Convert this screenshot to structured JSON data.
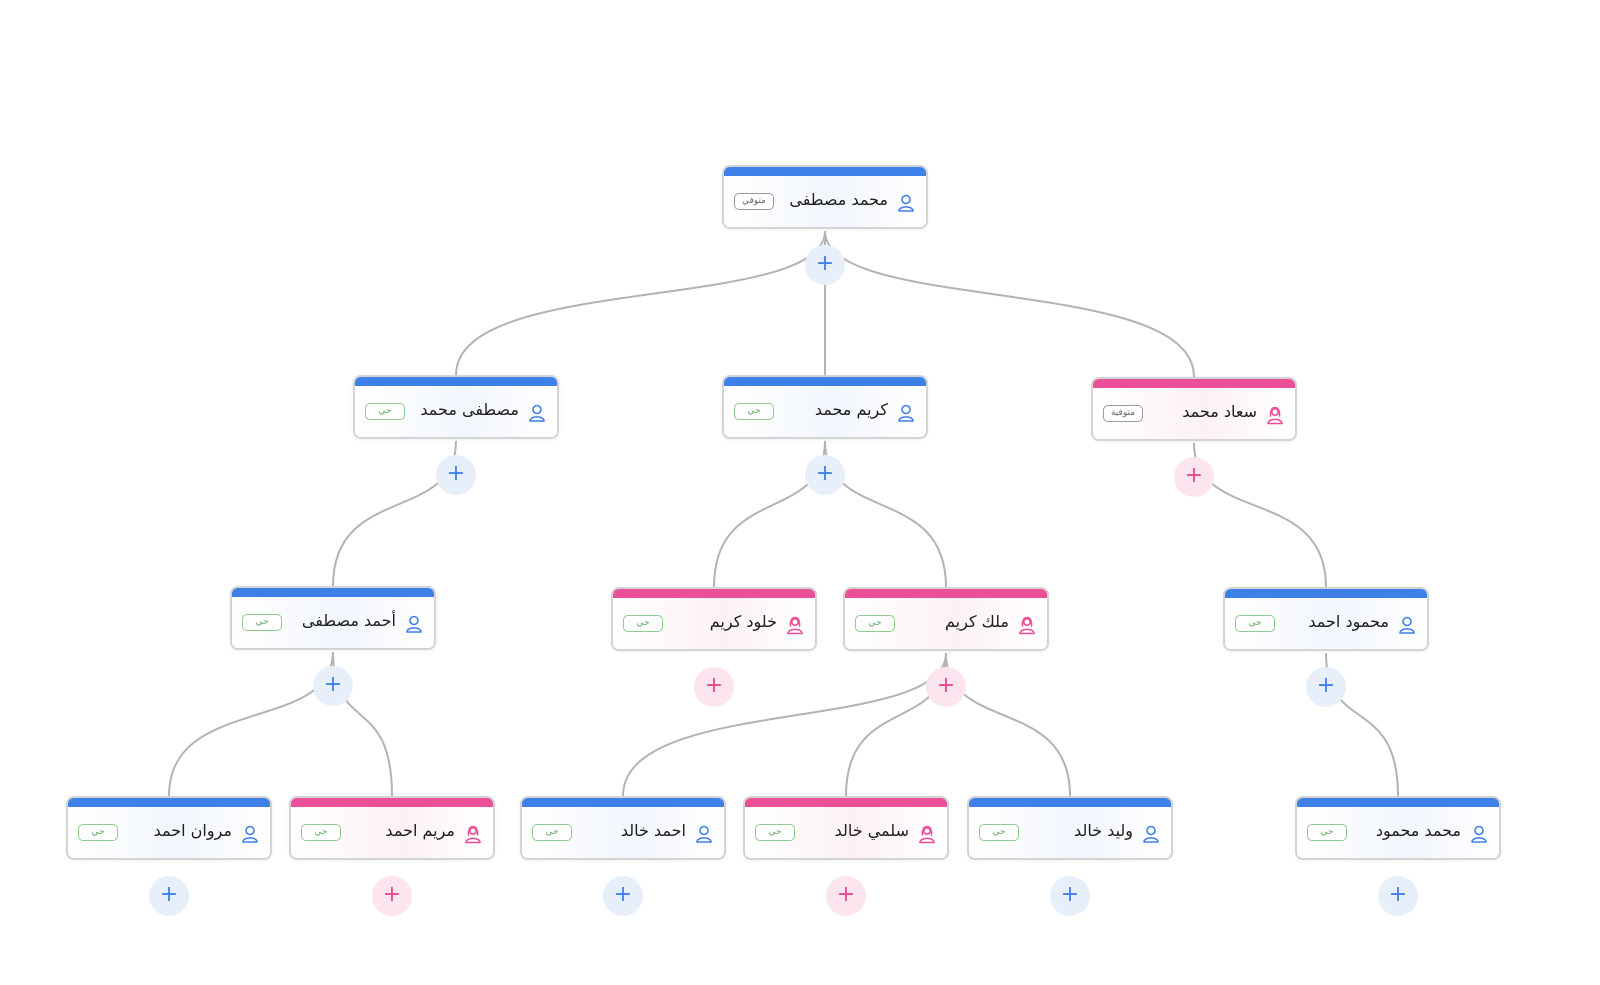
{
  "add_symbol": "+",
  "colors": {
    "male_accent": "#3f7fe8",
    "female_accent": "#ea4f98",
    "alive_badge": "#5aa95a",
    "deceased_badge": "#666666",
    "edge": "#b3b3b3"
  },
  "people": [
    {
      "id": "p1",
      "name": "محمد مصطفى",
      "gender": "male",
      "status": "متوفي",
      "alive": false
    },
    {
      "id": "p2",
      "name": "مصطفى محمد",
      "gender": "male",
      "status": "حي",
      "alive": true
    },
    {
      "id": "p3",
      "name": "كريم محمد",
      "gender": "male",
      "status": "حي",
      "alive": true
    },
    {
      "id": "p4",
      "name": "سعاد محمد",
      "gender": "female",
      "status": "متوفية",
      "alive": false
    },
    {
      "id": "p5",
      "name": "أحمد مصطفى",
      "gender": "male",
      "status": "حي",
      "alive": true
    },
    {
      "id": "p6",
      "name": "خلود كريم",
      "gender": "female",
      "status": "حي",
      "alive": true
    },
    {
      "id": "p7",
      "name": "ملك كريم",
      "gender": "female",
      "status": "حي",
      "alive": true
    },
    {
      "id": "p8",
      "name": "محمود احمد",
      "gender": "male",
      "status": "حي",
      "alive": true
    },
    {
      "id": "p9",
      "name": "مروان احمد",
      "gender": "male",
      "status": "حي",
      "alive": true
    },
    {
      "id": "p10",
      "name": "مريم احمد",
      "gender": "female",
      "status": "حي",
      "alive": true
    },
    {
      "id": "p11",
      "name": "احمد خالد",
      "gender": "male",
      "status": "حي",
      "alive": true
    },
    {
      "id": "p12",
      "name": "سلمي خالد",
      "gender": "female",
      "status": "حي",
      "alive": true
    },
    {
      "id": "p13",
      "name": "وليد خالد",
      "gender": "male",
      "status": "حي",
      "alive": true
    },
    {
      "id": "p14",
      "name": "محمد محمود",
      "gender": "male",
      "status": "حي",
      "alive": true
    }
  ],
  "relations": [
    {
      "from": "p1",
      "to": "p2"
    },
    {
      "from": "p1",
      "to": "p3"
    },
    {
      "from": "p1",
      "to": "p4"
    },
    {
      "from": "p2",
      "to": "p5"
    },
    {
      "from": "p3",
      "to": "p6"
    },
    {
      "from": "p3",
      "to": "p7"
    },
    {
      "from": "p4",
      "to": "p8"
    },
    {
      "from": "p5",
      "to": "p9"
    },
    {
      "from": "p5",
      "to": "p10"
    },
    {
      "from": "p7",
      "to": "p11"
    },
    {
      "from": "p7",
      "to": "p12"
    },
    {
      "from": "p7",
      "to": "p13"
    },
    {
      "from": "p8",
      "to": "p14"
    }
  ]
}
